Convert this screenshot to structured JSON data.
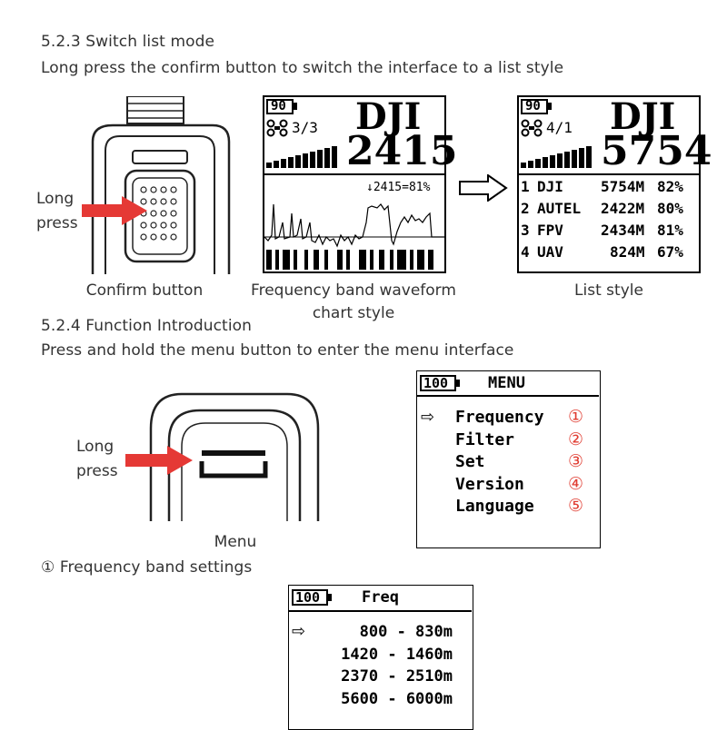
{
  "section_523": {
    "heading": "5.2.3 Switch list mode",
    "description": "Long press the confirm button to switch the interface to a list style"
  },
  "device1": {
    "long": "Long",
    "press": "press",
    "caption": "Confirm button"
  },
  "waveform_screen": {
    "battery": "90",
    "count": "3/3",
    "brand": "DJI",
    "freq": "2415",
    "marker": "↓2415=81%",
    "caption_line1": "Frequency band waveform",
    "caption_line2": "chart style"
  },
  "list_screen": {
    "battery": "90",
    "count": "4/1",
    "brand": "DJI",
    "freq": "5754",
    "rows": [
      {
        "idx": "1",
        "name": "DJI",
        "freq": "5754M",
        "pct": "82%"
      },
      {
        "idx": "2",
        "name": "AUTEL",
        "freq": "2422M",
        "pct": "80%"
      },
      {
        "idx": "3",
        "name": "FPV",
        "freq": "2434M",
        "pct": "81%"
      },
      {
        "idx": "4",
        "name": "UAV",
        "freq": "824M",
        "pct": "67%"
      }
    ],
    "caption": "List style"
  },
  "section_524": {
    "heading": "5.2.4 Function Introduction",
    "description": "Press and hold the menu button to enter the menu interface"
  },
  "device2": {
    "long": "Long",
    "press": "press",
    "caption": "Menu"
  },
  "menu_screen": {
    "battery": "100",
    "title": "MENU",
    "pointer": "⇨",
    "items": [
      {
        "label": "Frequency",
        "marker": "①"
      },
      {
        "label": "Filter",
        "marker": "②"
      },
      {
        "label": "Set",
        "marker": "③"
      },
      {
        "label": "Version",
        "marker": "④"
      },
      {
        "label": "Language",
        "marker": "⑤"
      }
    ]
  },
  "section_freq": {
    "heading": "① Frequency band settings"
  },
  "freq_screen": {
    "battery": "100",
    "title": "Freq",
    "pointer": "⇨",
    "ranges": [
      "800 - 830m",
      "1420 - 1460m",
      "2370 - 2510m",
      "5600 - 6000m"
    ]
  },
  "colors": {
    "arrow": "#e53935",
    "circled_marker": "#e03c31",
    "lcd": "#000000",
    "text": "#333333"
  },
  "icons": [
    "drone-icon",
    "battery-icon",
    "signal-bars-icon",
    "right-arrow-icon"
  ]
}
